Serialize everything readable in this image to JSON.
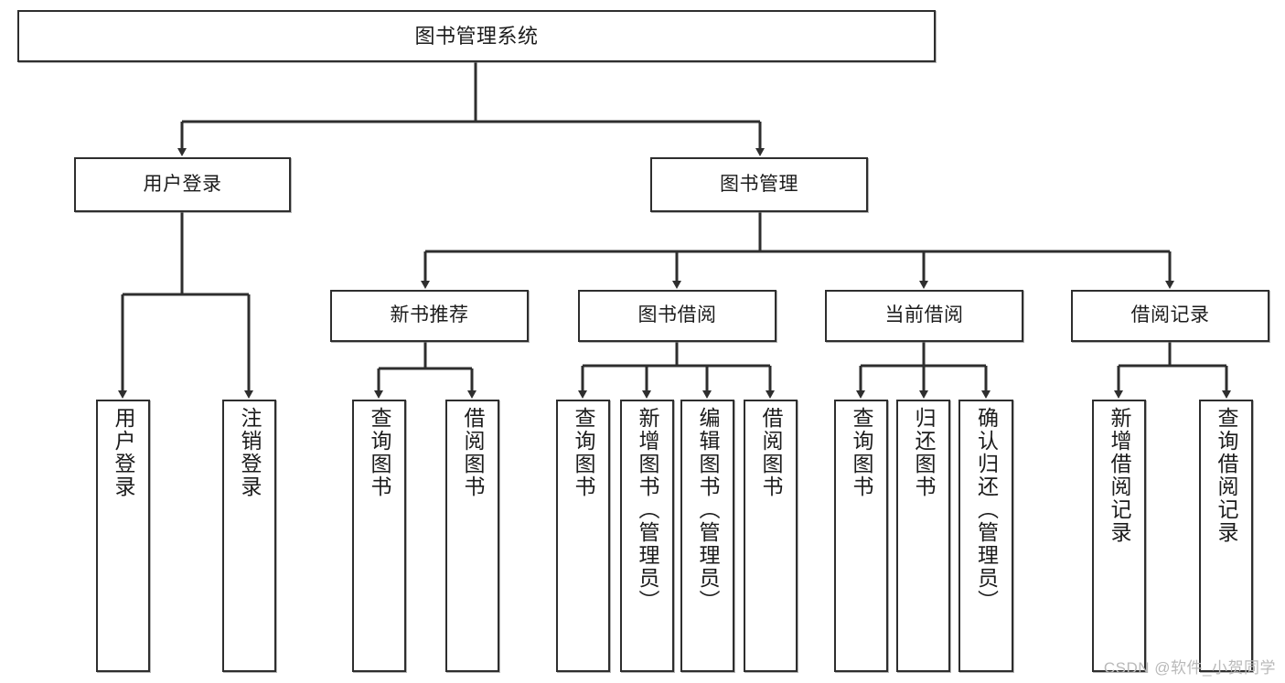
{
  "diagram": {
    "title": "图书管理系统",
    "type": "tree",
    "stroke_color": "#2e2e2e",
    "fill_color": "#ffffff",
    "text_color": "#1c1c1c",
    "root": {
      "id": "root",
      "label": "图书管理系统"
    },
    "level2": [
      {
        "id": "user-login",
        "label": "用户登录"
      },
      {
        "id": "book-manage",
        "label": "图书管理"
      }
    ],
    "level3": [
      {
        "id": "new-book-rec",
        "label": "新书推荐",
        "parent": "book-manage"
      },
      {
        "id": "book-borrow",
        "label": "图书借阅",
        "parent": "book-manage"
      },
      {
        "id": "current-borrow",
        "label": "当前借阅",
        "parent": "book-manage"
      },
      {
        "id": "borrow-record",
        "label": "借阅记录",
        "parent": "book-manage"
      }
    ],
    "leaves": [
      {
        "id": "leaf-user-login",
        "label": "用户登录",
        "parent": "user-login"
      },
      {
        "id": "leaf-user-logout",
        "label": "注销登录",
        "parent": "user-login"
      },
      {
        "id": "leaf-query-book-1",
        "label": "查询图书",
        "parent": "new-book-rec"
      },
      {
        "id": "leaf-borrow-book-1",
        "label": "借阅图书",
        "parent": "new-book-rec"
      },
      {
        "id": "leaf-query-book-2",
        "label": "查询图书",
        "parent": "book-borrow"
      },
      {
        "id": "leaf-add-book",
        "label": "新增图书（管理员）",
        "parent": "book-borrow"
      },
      {
        "id": "leaf-edit-book",
        "label": "编辑图书（管理员）",
        "parent": "book-borrow"
      },
      {
        "id": "leaf-borrow-book-2",
        "label": "借阅图书",
        "parent": "book-borrow"
      },
      {
        "id": "leaf-query-book-3",
        "label": "查询图书",
        "parent": "current-borrow"
      },
      {
        "id": "leaf-return-book",
        "label": "归还图书",
        "parent": "current-borrow"
      },
      {
        "id": "leaf-confirm-return",
        "label": "确认归还（管理员）",
        "parent": "current-borrow"
      },
      {
        "id": "leaf-add-record",
        "label": "新增借阅记录",
        "parent": "borrow-record"
      },
      {
        "id": "leaf-query-record",
        "label": "查询借阅记录",
        "parent": "borrow-record"
      }
    ]
  },
  "watermark": {
    "text": "CSDN @软件_小贺同学"
  }
}
